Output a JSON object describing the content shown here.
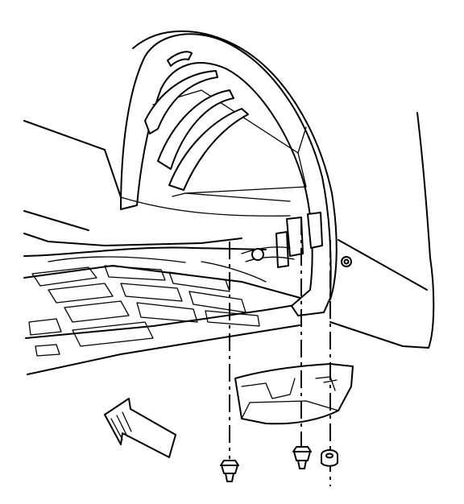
{
  "diagram": {
    "parts": [
      "rear-wheelhouse-liner",
      "cargo-floor",
      "quarter-panel",
      "liner-rear-bracket",
      "push-in-retainer-left",
      "push-in-retainer-center",
      "retaining-nut"
    ],
    "direction_arrow": "points-toward-front-of-vehicle",
    "line_color": "#000000",
    "background_color": "#ffffff"
  }
}
